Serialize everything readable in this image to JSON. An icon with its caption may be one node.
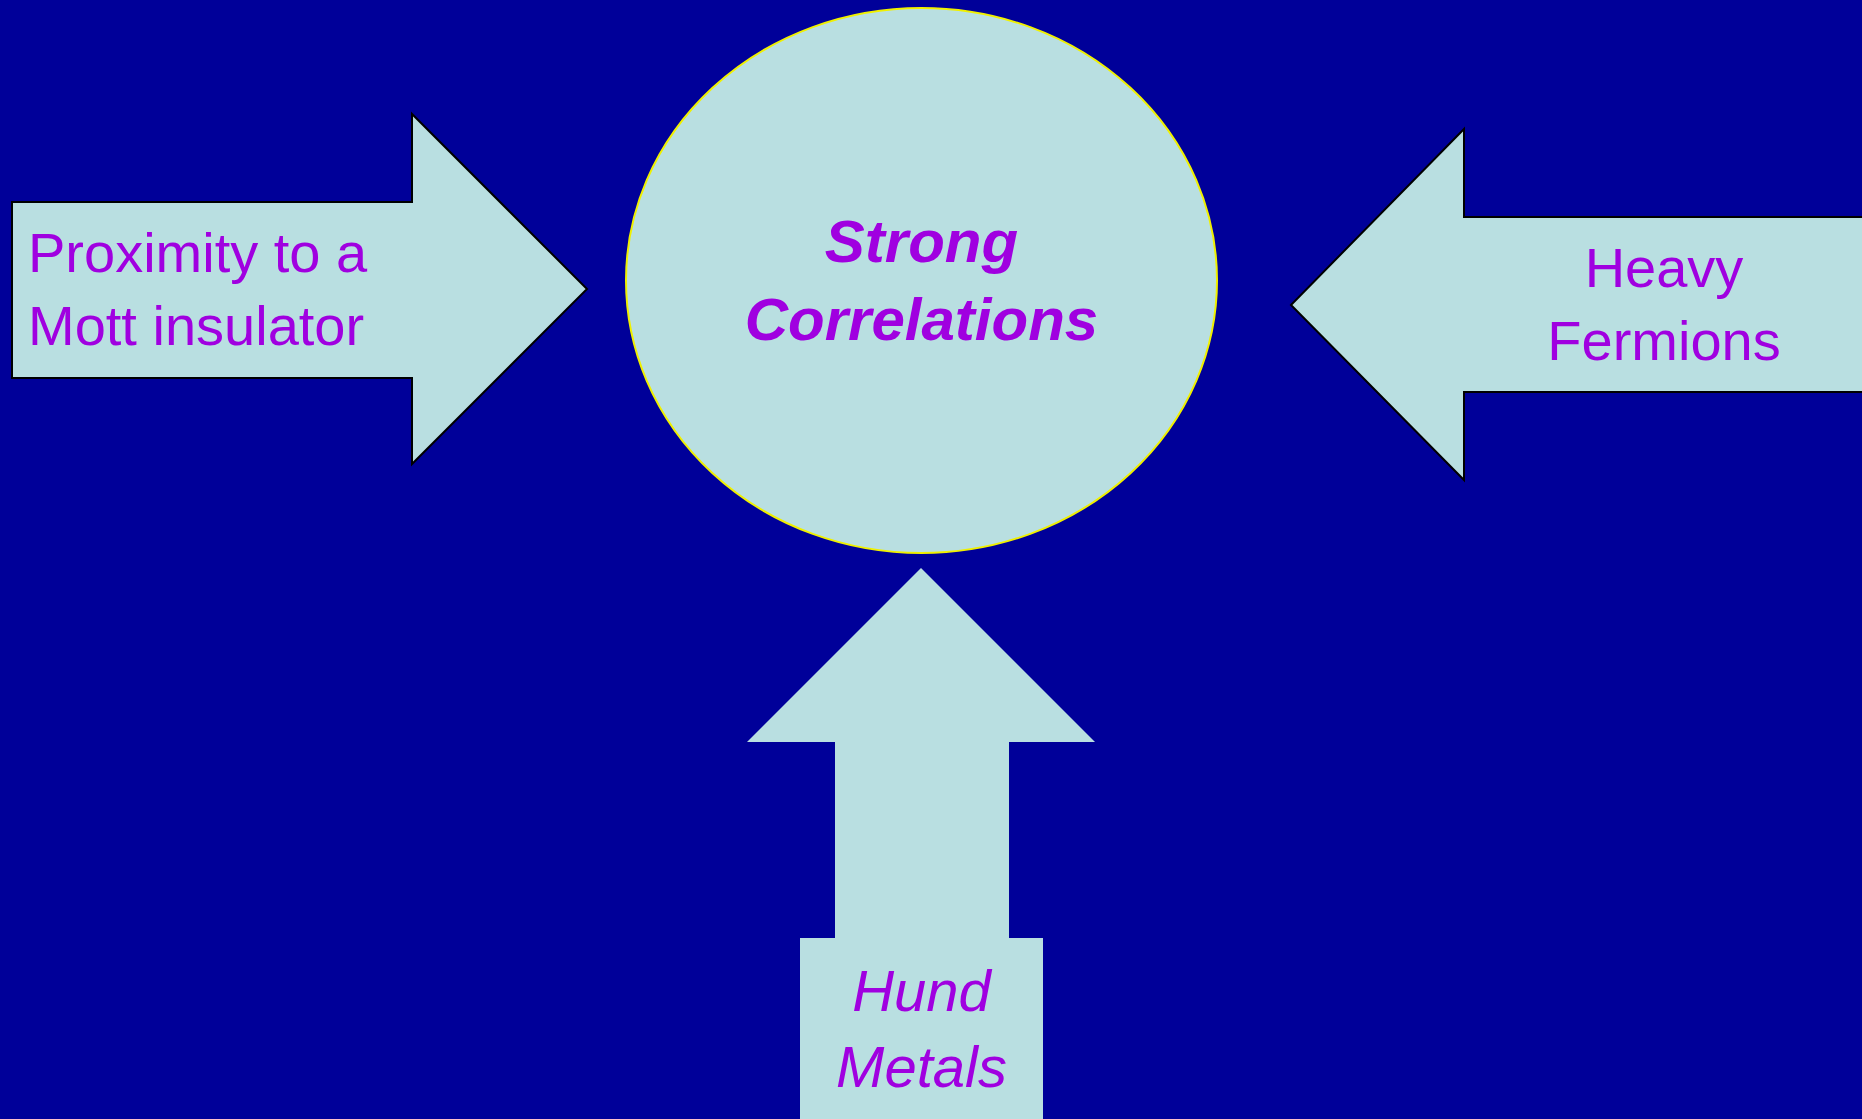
{
  "diagram": {
    "nodes": [
      {
        "text": [
          "Strong Correlations"
        ]
      },
      {
        "text": [
          "Proximity to a Mott insulator"
        ]
      },
      {
        "text": [
          "Heavy Fermions"
        ]
      },
      {
        "text": [
          "Hund Metals"
        ]
      }
    ]
  }
}
